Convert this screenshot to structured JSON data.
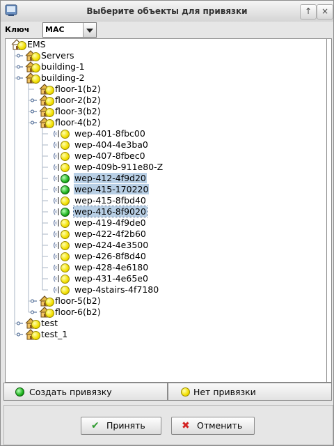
{
  "window": {
    "title": "Выберите объекты для привязки",
    "buttons": {
      "pin": "↑",
      "close": "×"
    }
  },
  "filter": {
    "label": "Ключ",
    "selected": "MAC"
  },
  "tree": {
    "nodes": [
      {
        "label": "EMS",
        "icon": "home-icon",
        "depth": 0,
        "handle": "none",
        "status": ""
      },
      {
        "label": "Servers",
        "icon": "house-icon",
        "depth": 1,
        "handle": "collapsed",
        "status": "yellow"
      },
      {
        "label": "building-1",
        "icon": "house-icon",
        "depth": 1,
        "handle": "collapsed",
        "status": "yellow"
      },
      {
        "label": "building-2",
        "icon": "house-icon",
        "depth": 1,
        "handle": "expanded",
        "status": "yellow"
      },
      {
        "label": "floor-1(b2)",
        "icon": "house-icon",
        "depth": 2,
        "handle": "none",
        "status": "yellow"
      },
      {
        "label": "floor-2(b2)",
        "icon": "house-icon",
        "depth": 2,
        "handle": "collapsed",
        "status": "yellow"
      },
      {
        "label": "floor-3(b2)",
        "icon": "house-icon",
        "depth": 2,
        "handle": "collapsed",
        "status": "yellow"
      },
      {
        "label": "floor-4(b2)",
        "icon": "house-icon",
        "depth": 2,
        "handle": "expanded",
        "status": "yellow"
      },
      {
        "label": "wep-401-8fbc00",
        "icon": "access-point-icon",
        "depth": 3,
        "handle": "none",
        "status": "yellow"
      },
      {
        "label": "wep-404-4e3ba0",
        "icon": "access-point-icon",
        "depth": 3,
        "handle": "none",
        "status": "yellow"
      },
      {
        "label": "wep-407-8fbec0",
        "icon": "access-point-icon",
        "depth": 3,
        "handle": "none",
        "status": "yellow"
      },
      {
        "label": "wep-409b-911e80-Z",
        "icon": "access-point-icon",
        "depth": 3,
        "handle": "none",
        "status": "yellow"
      },
      {
        "label": "wep-412-4f9d20",
        "icon": "access-point-icon",
        "depth": 3,
        "handle": "none",
        "status": "green",
        "selected": true
      },
      {
        "label": "wep-415-170220",
        "icon": "access-point-icon",
        "depth": 3,
        "handle": "none",
        "status": "green",
        "selected": true
      },
      {
        "label": "wep-415-8fbd40",
        "icon": "access-point-icon",
        "depth": 3,
        "handle": "none",
        "status": "yellow"
      },
      {
        "label": "wep-416-8f9020",
        "icon": "access-point-icon",
        "depth": 3,
        "handle": "none",
        "status": "green",
        "selected": true,
        "focused": true
      },
      {
        "label": "wep-419-4f9de0",
        "icon": "access-point-icon",
        "depth": 3,
        "handle": "none",
        "status": "yellow"
      },
      {
        "label": "wep-422-4f2b60",
        "icon": "access-point-icon",
        "depth": 3,
        "handle": "none",
        "status": "yellow"
      },
      {
        "label": "wep-424-4e3500",
        "icon": "access-point-icon",
        "depth": 3,
        "handle": "none",
        "status": "yellow"
      },
      {
        "label": "wep-426-8f8d40",
        "icon": "access-point-icon",
        "depth": 3,
        "handle": "none",
        "status": "yellow"
      },
      {
        "label": "wep-428-4e6180",
        "icon": "access-point-icon",
        "depth": 3,
        "handle": "none",
        "status": "yellow"
      },
      {
        "label": "wep-431-4e65e0",
        "icon": "access-point-icon",
        "depth": 3,
        "handle": "none",
        "status": "yellow"
      },
      {
        "label": "wep-4stairs-4f7180",
        "icon": "access-point-icon",
        "depth": 3,
        "handle": "none",
        "status": "yellow"
      },
      {
        "label": "floor-5(b2)",
        "icon": "house-icon",
        "depth": 2,
        "handle": "collapsed",
        "status": "yellow"
      },
      {
        "label": "floor-6(b2)",
        "icon": "house-icon",
        "depth": 2,
        "handle": "collapsed",
        "status": "yellow"
      },
      {
        "label": "test",
        "icon": "house-icon",
        "depth": 1,
        "handle": "collapsed",
        "status": "yellow"
      },
      {
        "label": "test_1",
        "icon": "house-icon",
        "depth": 1,
        "handle": "collapsed",
        "status": "yellow"
      }
    ]
  },
  "status_bar": {
    "create_binding": "Создать привязку",
    "no_binding": "Нет привязки"
  },
  "actions": {
    "accept": "Принять",
    "cancel": "Отменить"
  },
  "colors": {
    "selection": "#b8cfe5",
    "bound": "#1fb41f",
    "unbound": "#f3e000",
    "accept_icon": "#2e9b2e",
    "cancel_icon": "#d32222"
  }
}
